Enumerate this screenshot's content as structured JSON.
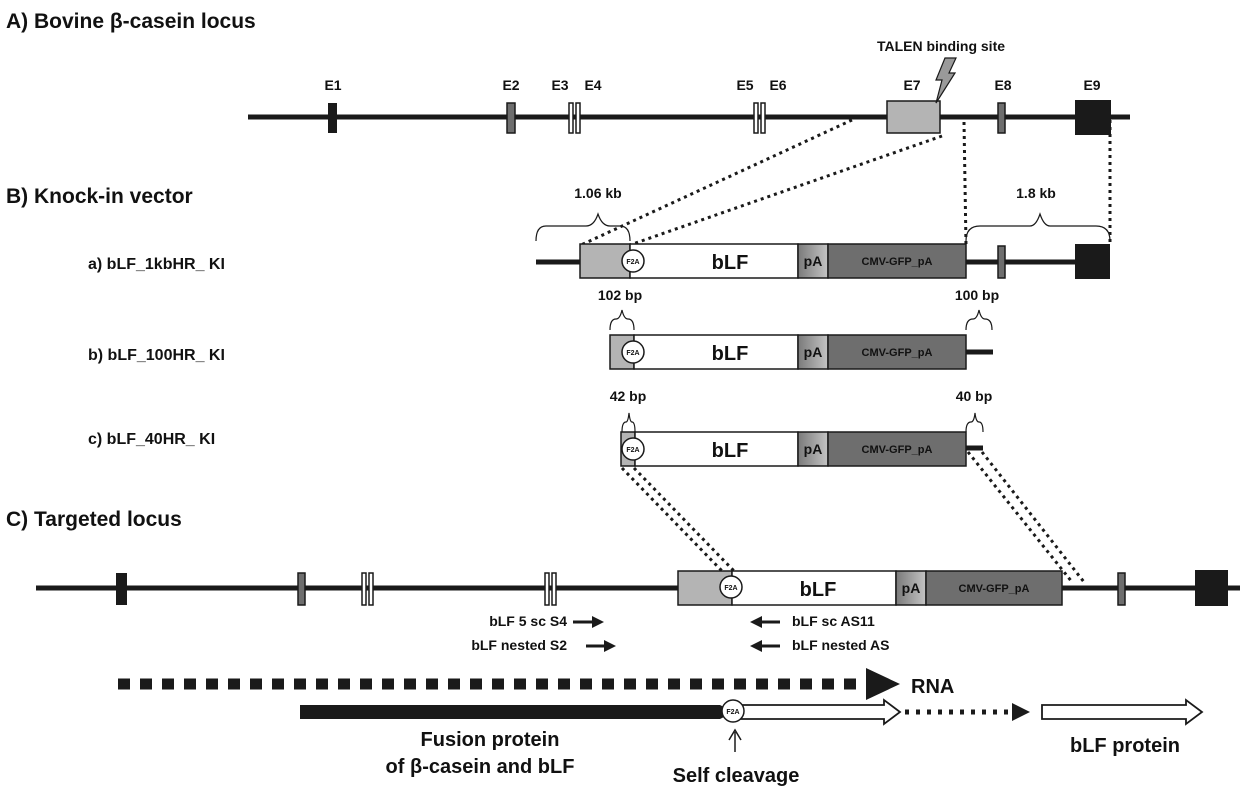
{
  "colors": {
    "line": "#1a1a1a",
    "exon_dark": "#1a1a1a",
    "exon_grey": "#6e6e6e",
    "homology_arm": "#b4b4b4",
    "cmv_block": "#6e6e6e",
    "pa_block": "#9a9a9a",
    "white": "#ffffff"
  },
  "icons": {
    "talen": "lightning-bolt-icon"
  },
  "sections": {
    "a": "A)  Bovine β-casein locus",
    "b": "B) Knock-in vector",
    "c": "C) Targeted locus"
  },
  "locus": {
    "exons": [
      "E1",
      "E2",
      "E3",
      "E4",
      "E5",
      "E6",
      "E7",
      "E8",
      "E9"
    ],
    "talen_label": "TALEN binding site"
  },
  "vectors": [
    {
      "name": "a) bLF_1kbHR_ KI",
      "left_arm": "1.06 kb",
      "right_arm": "1.8 kb"
    },
    {
      "name": "b) bLF_100HR_ KI",
      "left_arm": "102 bp",
      "right_arm": "100 bp"
    },
    {
      "name": "c) bLF_40HR_ KI",
      "left_arm": "42 bp",
      "right_arm": "40 bp"
    }
  ],
  "cassette": {
    "f2a": "F2A",
    "blf": "bLF",
    "pa": "pA",
    "cmv": "CMV-GFP_pA"
  },
  "primers": {
    "s4": "bLF 5 sc S4",
    "s2": "bLF nested S2",
    "as11": "bLF sc AS11",
    "nested_as": "bLF nested AS"
  },
  "expression": {
    "rna": "RNA",
    "fusion_line1": "Fusion protein",
    "fusion_line2": "of β-casein and bLF",
    "self_cleavage": "Self cleavage",
    "protein": "bLF protein"
  }
}
